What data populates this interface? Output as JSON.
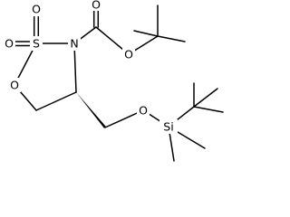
{
  "atoms": {
    "s1": "S",
    "n1": "N",
    "o_ring": "O",
    "o_so_left": "O",
    "o_so_top": "O",
    "o_carbonyl": "O",
    "o_ester": "O",
    "o_ether": "O",
    "si": "Si"
  }
}
